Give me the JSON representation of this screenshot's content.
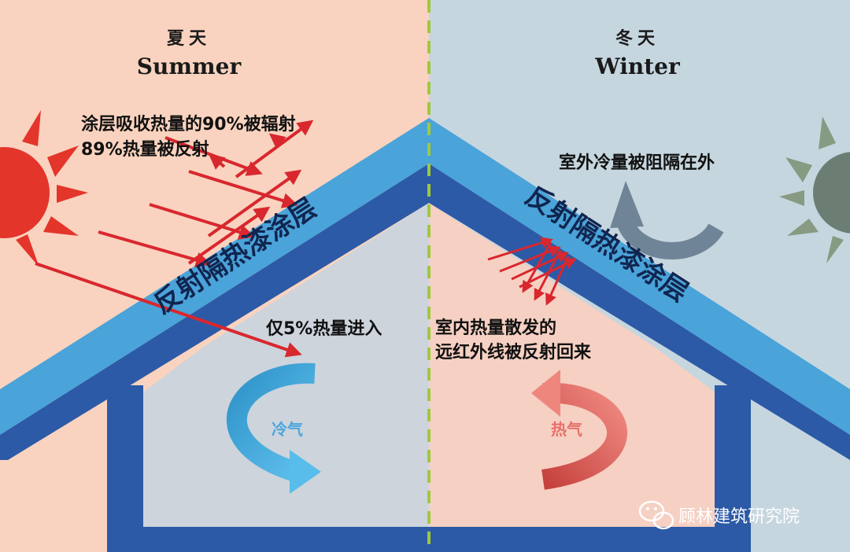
{
  "summer": {
    "title_cn": "夏天",
    "title_en": "Summer",
    "note_absorb": "涂层吸收热量的90%被辐射",
    "note_reflect": "89%热量被反射",
    "roof_label": "反射隔热漆涂层",
    "note_enter": "仅5%热量进入",
    "air_label": "冷气"
  },
  "winter": {
    "title_cn": "冬天",
    "title_en": "Winter",
    "note_block": "室外冷量被阻隔在外",
    "roof_label": "反射隔热漆涂层",
    "note_ir_line1": "室内热量散发的",
    "note_ir_line2": "远红外线被反射回来",
    "air_label": "热气"
  },
  "watermark": {
    "icon": "wechat-icon",
    "text": "顾林建筑研究院"
  },
  "colors": {
    "summer_bg": "#f9d3bf",
    "winter_bg": "#c6d6df",
    "roof_coat": "#4aa3d9",
    "house_frame": "#2c5aa6",
    "divider": "#9fc93c",
    "ray": "#d9272e",
    "sun": "#e4352b",
    "winter_sun": "#6c7d73"
  }
}
